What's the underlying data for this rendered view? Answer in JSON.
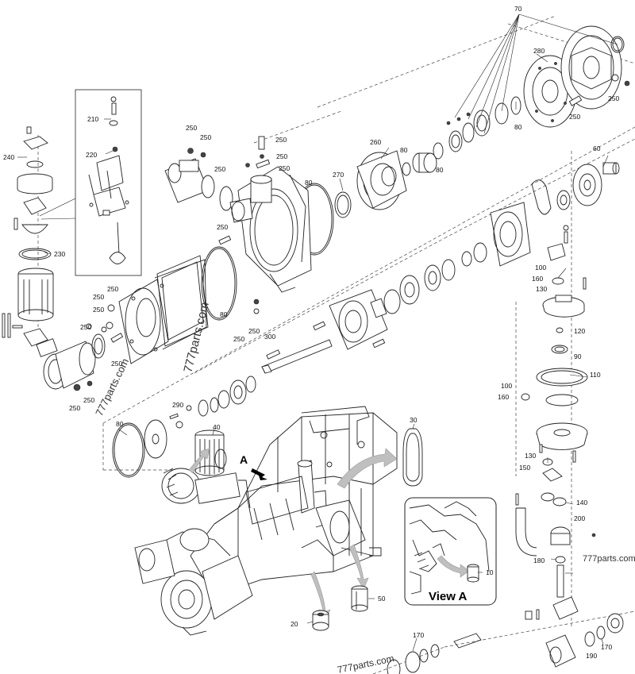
{
  "callouts": {
    "c10": "10",
    "c20": "20",
    "c30": "30",
    "c40": "40",
    "c50": "50",
    "c60": "60",
    "c70": "70",
    "c80a": "80",
    "c80b": "80",
    "c80c": "80",
    "c80d": "80",
    "c80e": "80",
    "c80f": "80",
    "c90": "90",
    "c100a": "100",
    "c100b": "100",
    "c110": "110",
    "c120": "120",
    "c130a": "130",
    "c130b": "130",
    "c140": "140",
    "c150": "150",
    "c160a": "160",
    "c160b": "160",
    "c170a": "170",
    "c170b": "170",
    "c180": "180",
    "c190": "190",
    "c200": "200",
    "c210": "210",
    "c220": "220",
    "c230": "230",
    "c240": "240",
    "c250a": "250",
    "c250b": "250",
    "c250c": "250",
    "c250d": "250",
    "c250e": "250",
    "c250f": "250",
    "c250g": "250",
    "c250h": "250",
    "c250i": "250",
    "c250j": "250",
    "c250k": "250",
    "c250l": "250",
    "c250m": "250",
    "c250n": "250",
    "c250o": "250",
    "c250p": "250",
    "c250q": "250",
    "c260": "260",
    "c270": "270",
    "c280": "280",
    "c290": "290",
    "c300": "300"
  },
  "labels": {
    "view_a": "View A",
    "marker_a": "A"
  },
  "watermarks": {
    "wm1": "777parts.com",
    "wm2": "777parts.com",
    "wm3": "777parts.com",
    "wm4": "777parts.com"
  }
}
